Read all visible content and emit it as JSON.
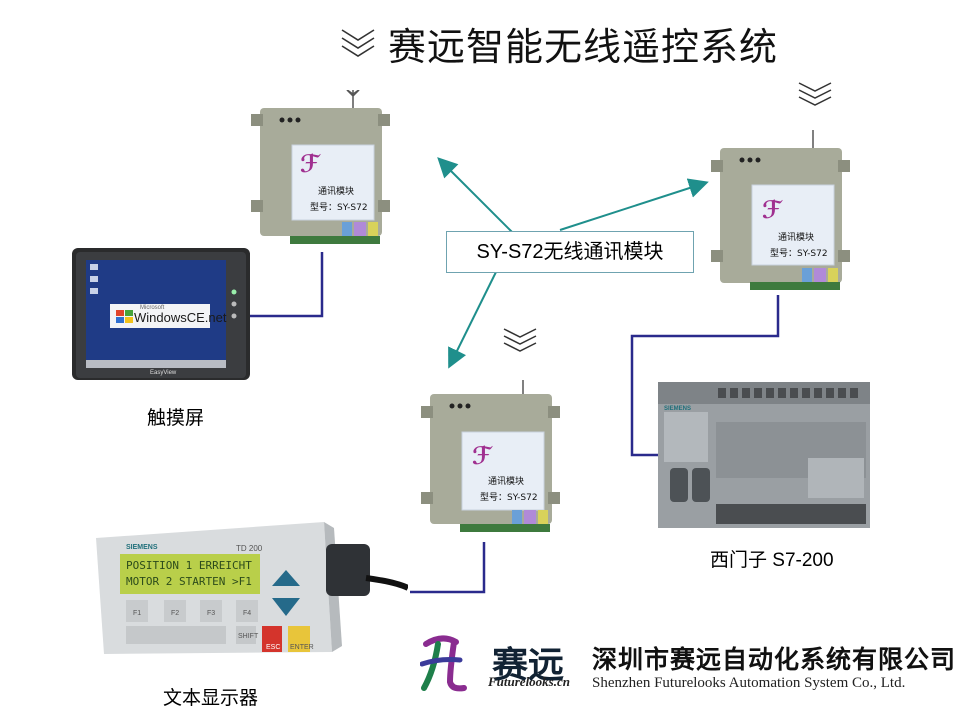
{
  "title": "赛远智能无线遥控系统",
  "callout_label": "SY-S72无线通讯模块",
  "modules": [
    {
      "label_top": "通讯模块",
      "label_bottom": "型号：SY-S72"
    },
    {
      "label_top": "通讯模块",
      "label_bottom": "型号：SY-S72"
    },
    {
      "label_top": "通讯模块",
      "label_bottom": "型号：SY-S72"
    }
  ],
  "devices": {
    "touchscreen": {
      "caption": "触摸屏",
      "screen_logo": "WindowsCE.net",
      "screen_logo_prefix": "Microsoft",
      "bezel_brand": "EasyView"
    },
    "text_display": {
      "caption": "文本显示器",
      "brand": "SIEMENS",
      "model": "TD 200",
      "lcd_line1": "POSITION 1 ERREICHT",
      "lcd_line2": "MOTOR 2 STARTEN >F1",
      "keys": [
        "F1",
        "F2",
        "F3",
        "F4"
      ],
      "shift_label": "SHIFT",
      "esc_label": "ESC",
      "enter_label": "ENTER"
    },
    "plc": {
      "caption": "西门子 S7-200",
      "brand": "SIEMENS"
    }
  },
  "company": {
    "brand_cn": "赛远",
    "brand_en": "Futurelooks.cn",
    "name_cn": "深圳市赛远自动化系统有限公司",
    "name_en": "Shenzhen Futurelooks Automation System Co., Ltd."
  },
  "colors": {
    "arrow": "#1f8f8c",
    "wire": "#2a2a8c",
    "module_body": "#a8ab9a",
    "callout_border": "#6fa3b0"
  }
}
